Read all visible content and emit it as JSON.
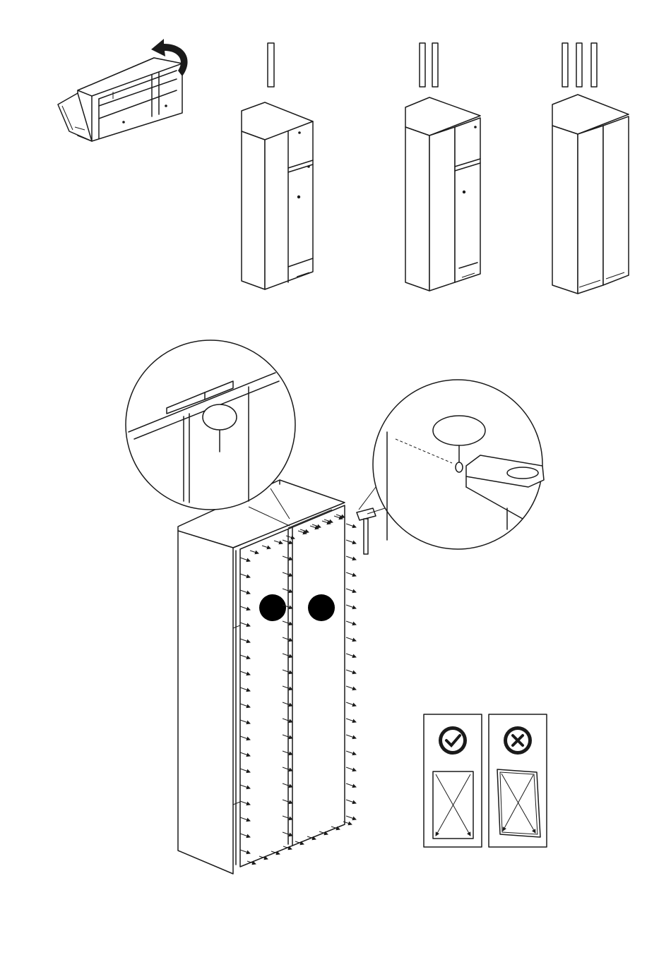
{
  "title": "",
  "steps": [
    {
      "name": "step-flip-carcass"
    },
    {
      "name": "step-stage-one",
      "roman_bars": 1
    },
    {
      "name": "step-stage-two",
      "roman_bars": 2
    },
    {
      "name": "step-stage-three",
      "roman_bars": 3
    }
  ],
  "main_step": {
    "callouts": [
      "callout-top-rail-detail",
      "callout-hammer-detail"
    ],
    "tool": "hammer-icon",
    "panel_markers": 2
  },
  "verification": {
    "correct_icon": "check-circle-icon",
    "incorrect_icon": "cross-circle-icon"
  },
  "colors": {
    "line": "#1a1a1a",
    "background": "#ffffff",
    "marker": "#000000"
  }
}
